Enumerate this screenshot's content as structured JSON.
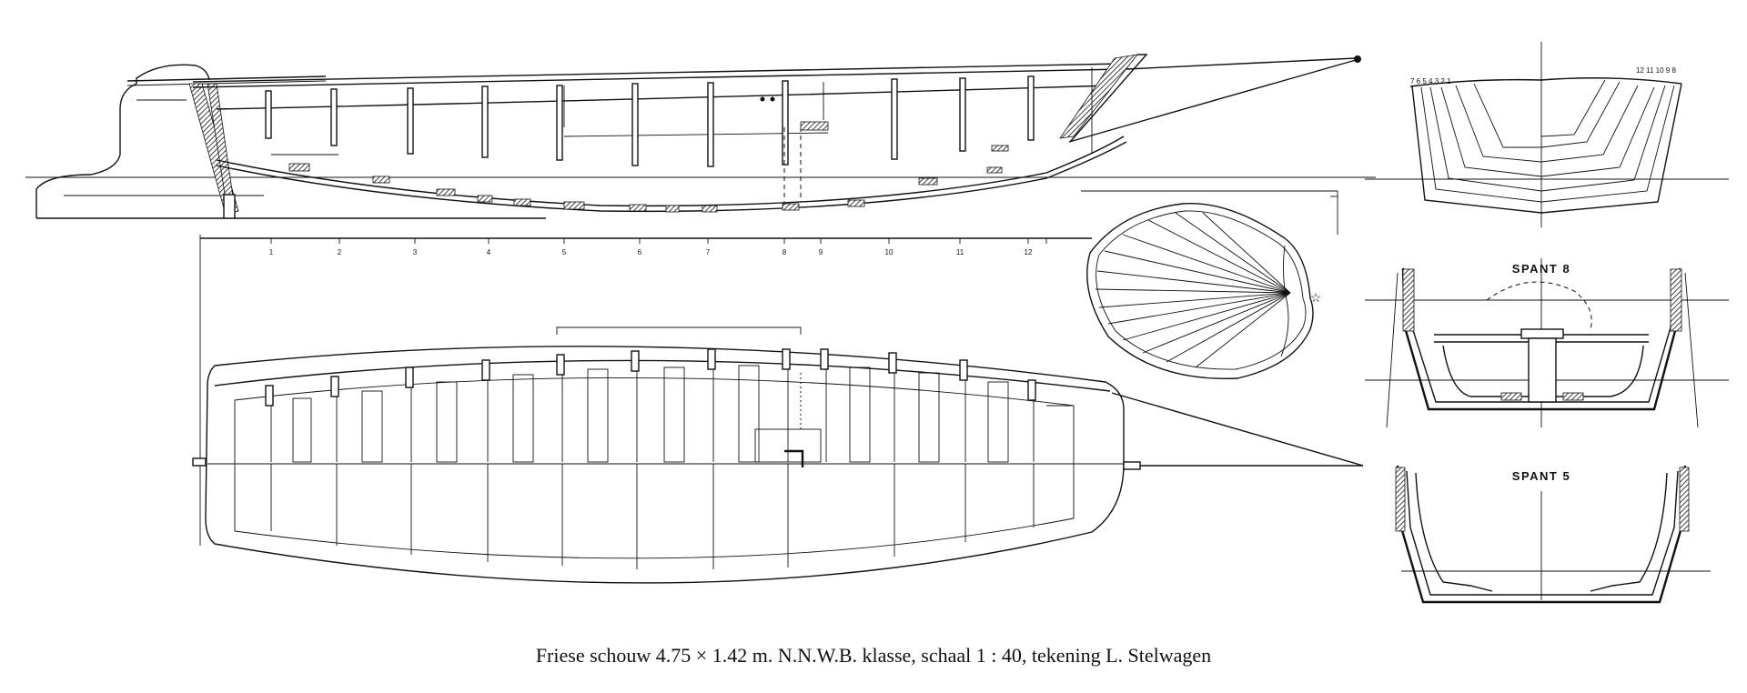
{
  "caption": "Friese schouw 4.75 × 1.42 m. N.N.W.B. klasse, schaal 1 : 40, tekening L. Stelwagen",
  "station_labels": [
    "1",
    "2",
    "3",
    "4",
    "5",
    "6",
    "7",
    "8",
    "9",
    "10",
    "11",
    "12"
  ],
  "section_labels": {
    "spant8": "SPANT 8",
    "spant5": "SPANT 5",
    "body_plan_left": "7 6 5 4 3 2 1",
    "body_plan_right": "12 11 10 9 8"
  }
}
